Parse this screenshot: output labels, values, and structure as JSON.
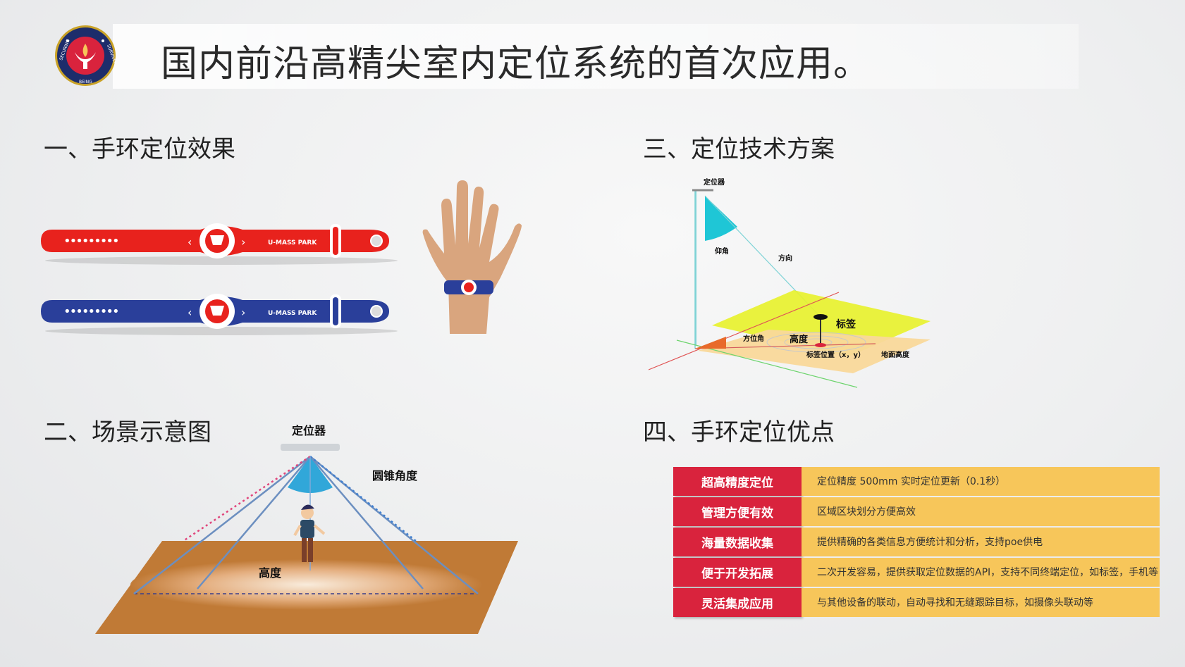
{
  "header": {
    "title": "国内前沿高精尖室内定位系统的首次应用。",
    "logo_text": [
      "SECURING",
      "BEING",
      "SURVIVING"
    ]
  },
  "sections": {
    "s1": "一、手环定位效果",
    "s2": "二、场景示意图",
    "s3": "三、定位技术方案",
    "s4": "四、手环定位优点"
  },
  "bands": {
    "red_label": "U-MASS PARK",
    "blue_label": "U-MASS PARK",
    "dots": "•••••••••"
  },
  "scene": {
    "locator": "定位器",
    "cone_angle": "圆锥角度",
    "height": "高度"
  },
  "tech": {
    "locator": "定位器",
    "elevation": "仰角",
    "direction": "方向",
    "tag": "标签",
    "azimuth": "方位角",
    "height": "高度",
    "tag_position": "标签位置（x，y）",
    "ground_height": "地面高度"
  },
  "advantages": [
    {
      "key": "超高精度定位",
      "value": "定位精度 500mm 实时定位更新（0.1秒）"
    },
    {
      "key": "管理方便有效",
      "value": "区域区块划分方便高效"
    },
    {
      "key": "海量数据收集",
      "value": "提供精确的各类信息方便统计和分析，支持poe供电"
    },
    {
      "key": "便于开发拓展",
      "value": "二次开发容易，提供获取定位数据的API，支持不同终端定位，如标签，手机等"
    },
    {
      "key": "灵活集成应用",
      "value": "与其他设备的联动，自动寻找和无缝跟踪目标，如摄像头联动等"
    }
  ],
  "colors": {
    "accent_red": "#d9233d",
    "accent_yellow": "#f7c65a",
    "band_red": "#e8221d",
    "band_blue": "#2a3f9a",
    "floor": "#c07a36"
  }
}
